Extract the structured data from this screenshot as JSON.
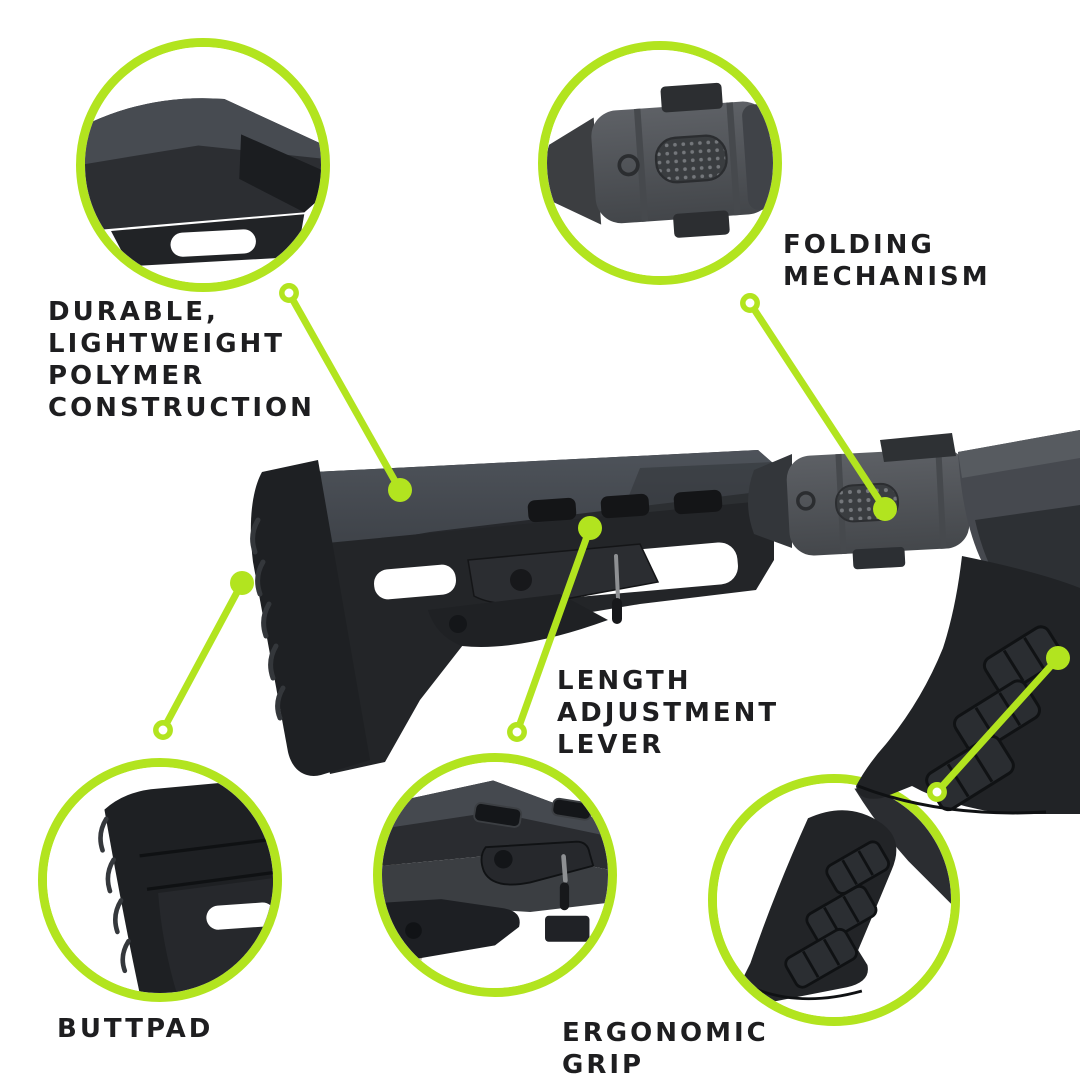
{
  "colors": {
    "accent": "#b2e41f",
    "label_text": "#1e1e20",
    "background": "#ffffff"
  },
  "callouts": [
    {
      "id": "polymer",
      "label": "DURABLE,\nLIGHTWEIGHT\nPOLYMER\nCONSTRUCTION"
    },
    {
      "id": "folding",
      "label": "FOLDING\nMECHANISM"
    },
    {
      "id": "lever",
      "label": "LENGTH\nADJUSTMENT\nLEVER"
    },
    {
      "id": "buttpad",
      "label": "BUTTPAD"
    },
    {
      "id": "grip",
      "label": "ERGONOMIC\nGRIP"
    }
  ]
}
